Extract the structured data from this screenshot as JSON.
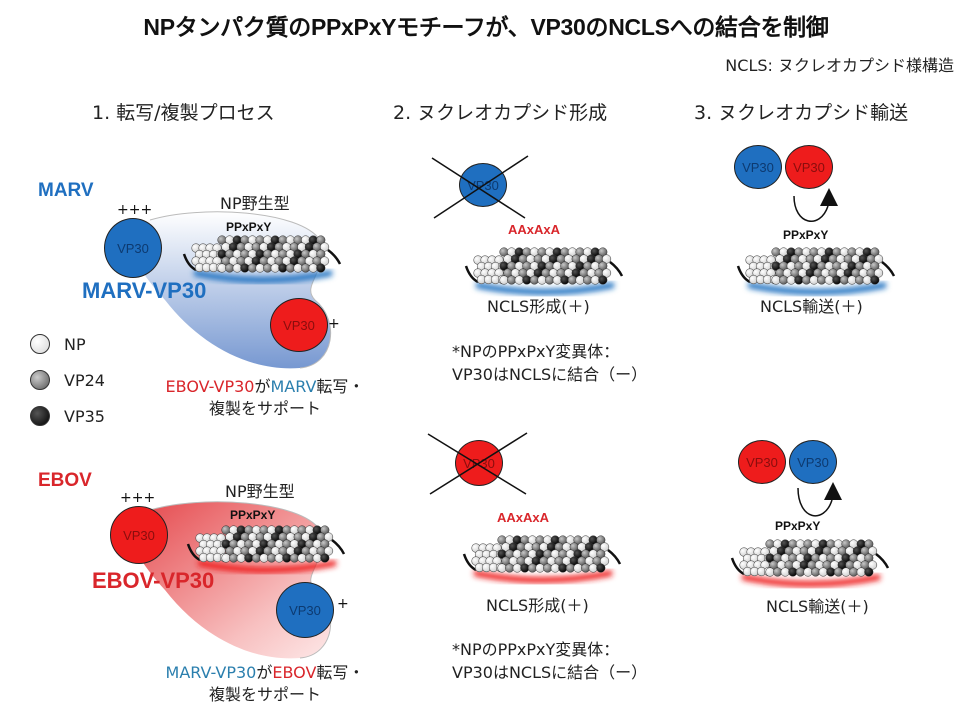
{
  "title": "NPタンパク質のPPxPxYモチーフが、VP30のNCLSへの結合を制御",
  "abbrev_note": "NCLS: ヌクレオカプシド様構造",
  "steps": [
    {
      "label": "1. 転写/複製プロセス"
    },
    {
      "label": "2. ヌクレオカプシド形成"
    },
    {
      "label": "3. ヌクレオカプシド輸送"
    }
  ],
  "colors": {
    "marv_blue": "#1f6fc0",
    "ebov_red": "#ee1c1c",
    "text_red": "#d9262b",
    "text_blue": "#2b7fae"
  },
  "legend": [
    {
      "label": "NP",
      "color": "#f2f2f2"
    },
    {
      "label": "VP24",
      "color": "#8a8a8a"
    },
    {
      "label": "VP35",
      "color": "#111111"
    }
  ],
  "marv_panel": {
    "virus": "MARV",
    "np_label": "NP野生型",
    "motif": "PPxPxY",
    "own_vp30": {
      "label": "VP30",
      "activity": "+++"
    },
    "complex_label": "MARV-VP30",
    "other_vp30": {
      "label": "VP30",
      "activity": "+"
    },
    "caption_red": "EBOV-VP30",
    "caption_mid": "が",
    "caption_blue": "MARV",
    "caption_end": "転写・",
    "caption_line2": "複製をサポート"
  },
  "ebov_panel": {
    "virus": "EBOV",
    "np_label": "NP野生型",
    "motif": "PPxPxY",
    "own_vp30": {
      "label": "VP30",
      "activity": "+++"
    },
    "complex_label": "EBOV-VP30",
    "other_vp30": {
      "label": "VP30",
      "activity": "+"
    },
    "caption_blue": "MARV-VP30",
    "caption_mid": "が",
    "caption_red": "EBOV",
    "caption_end": "転写・",
    "caption_line2": "複製をサポート"
  },
  "formation": [
    {
      "vp30": "VP30",
      "motif": "AAxAxA",
      "result": "NCLS形成(＋)",
      "note_line1": "*NPのPPxPxY変異体：",
      "note_line2": "VP30はNCLSに結合（ー）"
    },
    {
      "vp30": "VP30",
      "motif": "AAxAxA",
      "result": "NCLS形成(＋)",
      "note_line1": "*NPのPPxPxY変異体：",
      "note_line2": "VP30はNCLSに結合（ー）"
    }
  ],
  "transport": [
    {
      "vp30_a": "VP30",
      "vp30_b": "VP30",
      "motif": "PPxPxY",
      "result": "NCLS輸送(＋)"
    },
    {
      "vp30_a": "VP30",
      "vp30_b": "VP30",
      "motif": "PPxPxY",
      "result": "NCLS輸送(＋)"
    }
  ]
}
